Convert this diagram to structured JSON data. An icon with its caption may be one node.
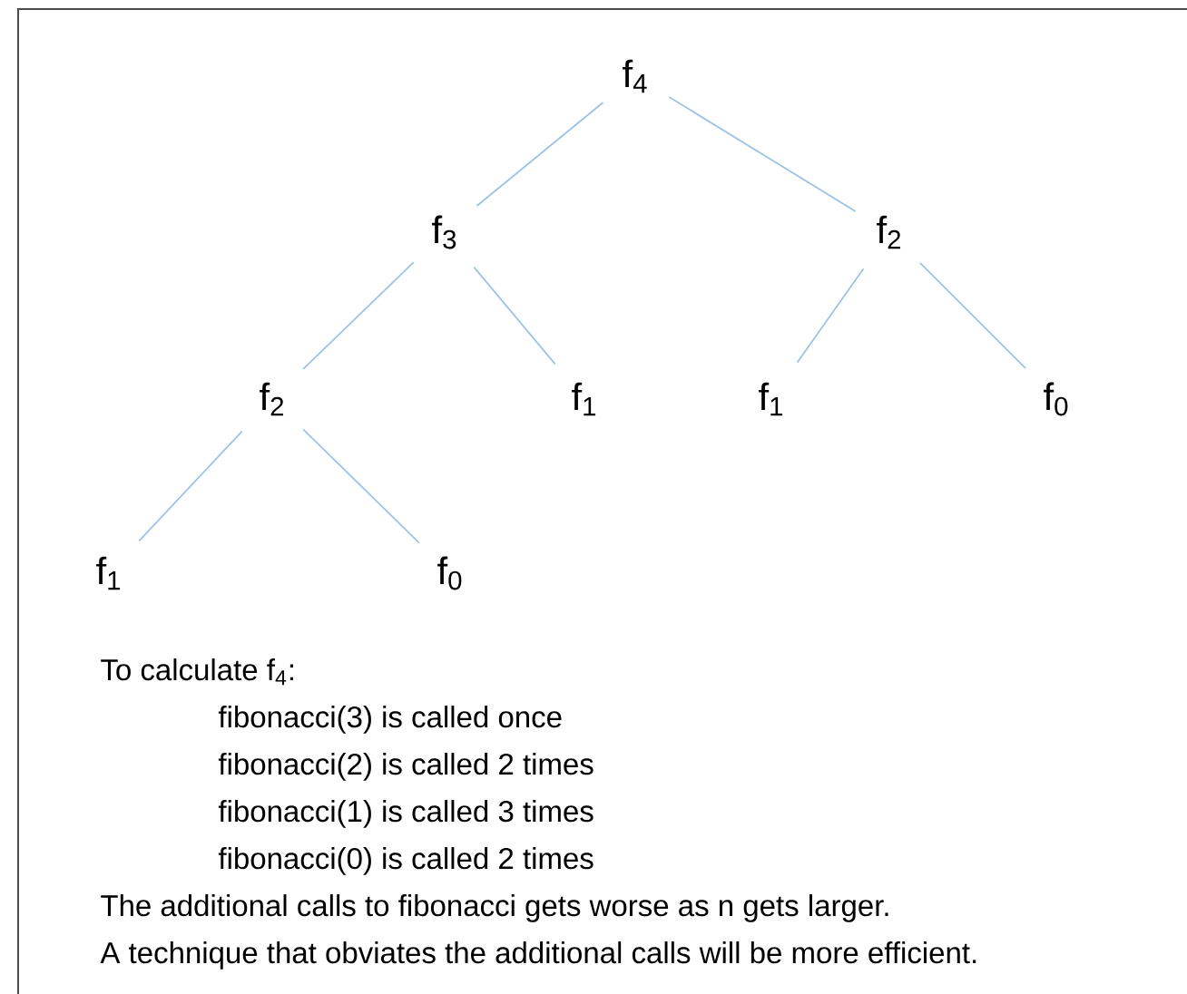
{
  "diagram": {
    "nodes": [
      {
        "text": [
          "f$_{4}$"
        ]
      },
      {
        "text": [
          "f$_{3}$"
        ]
      },
      {
        "text": [
          "f$_{2}$"
        ]
      },
      {
        "text": [
          "f$_{2}$"
        ]
      },
      {
        "text": [
          "f$_{1}$"
        ]
      },
      {
        "text": [
          "f$_{1}$"
        ]
      },
      {
        "text": [
          "f$_{0}$"
        ]
      },
      {
        "text": [
          "f$_{1}$"
        ]
      },
      {
        "text": [
          "f$_{0}$"
        ]
      }
    ],
    "edges": [
      {
        "from": 0,
        "to": 1,
        "arrow": "none"
      },
      {
        "from": 0,
        "to": 2,
        "arrow": "none"
      },
      {
        "from": 1,
        "to": 3,
        "arrow": "none"
      },
      {
        "from": 1,
        "to": 4,
        "arrow": "none"
      },
      {
        "from": 2,
        "to": 5,
        "arrow": "none"
      },
      {
        "from": 2,
        "to": 6,
        "arrow": "none"
      },
      {
        "from": 3,
        "to": 7,
        "arrow": "none"
      },
      {
        "from": 3,
        "to": 8,
        "arrow": "none"
      }
    ],
    "labels": [
      "To calculate f$_{4}$:",
      "fibonacci(3) is called once",
      "fibonacci(2) is called 2 times",
      "fibonacci(1) is called 3 times",
      "fibonacci(0) is called 2 times",
      "The additional calls to fibonacci gets worse as n gets larger.",
      "A technique that obviates the additional calls will be more efficient."
    ]
  }
}
